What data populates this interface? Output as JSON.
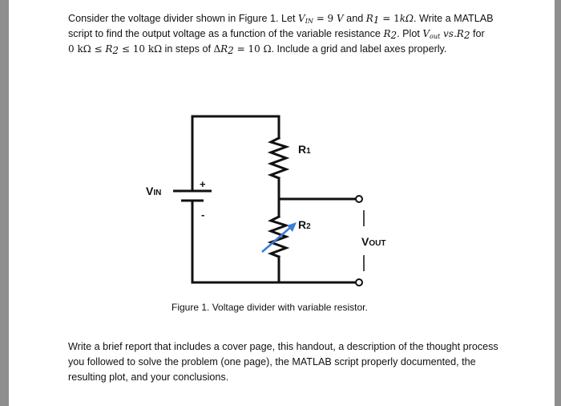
{
  "problem": {
    "line1": {
      "pre": "Consider the voltage divider shown in Figure 1.  Let ",
      "vin": "V",
      "vin_sub": "IN",
      "vin_eq": " = 9 ",
      "vin_unit": "V",
      "and": " and ",
      "r1": "R",
      "r1_sub": "1",
      "r1_eq": " = 1",
      "r1_unit": "kΩ",
      "post": ". Write a MATLAB"
    },
    "line2": {
      "pre": "script to find the output voltage as a function of the variable resistance ",
      "r2": "R",
      "r2_sub": "2",
      "mid": ".  Plot ",
      "vout": "V",
      "vout_sub": "out",
      "vs": " vs.",
      "r2b": "R",
      "r2b_sub": "2",
      "post": " for"
    },
    "line3": {
      "range_start": "0 kΩ ≤ ",
      "r2": "R",
      "r2_sub": "2",
      "range_end": " ≤ 10 kΩ",
      "mid": " in steps of ",
      "delta": "Δ",
      "dr": "R",
      "dr_sub": "2",
      "step": " = 10 Ω",
      "post": ".  Include a grid and label axes properly."
    }
  },
  "circuit": {
    "r1_label": "R",
    "r1_label_sub": "1",
    "r2_label": "R",
    "r2_label_sub": "2",
    "vin_label": "V",
    "vin_label_sub": "IN",
    "vout_label": "V",
    "vout_label_sub": "OUT",
    "plus_sign": "+",
    "minus_sign": "-",
    "arrow_color": "#3b7dd8"
  },
  "caption": "Figure 1. Voltage divider with variable resistor.",
  "report": {
    "line1": "Write a brief report that includes a cover page, this handout, a description of the thought process",
    "line2": "you followed to solve the problem (one page), the MATLAB script properly documented, the",
    "line3": "resulting plot, and your conclusions."
  }
}
